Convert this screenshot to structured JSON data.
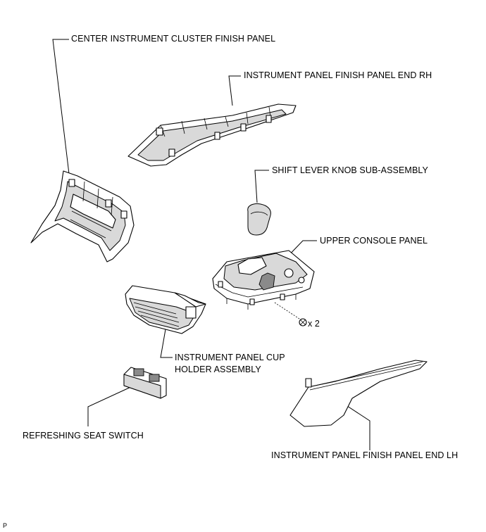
{
  "labels": {
    "center_cluster_panel": "CENTER INSTRUMENT CLUSTER FINISH PANEL",
    "finish_panel_end_rh": "INSTRUMENT PANEL FINISH PANEL END RH",
    "shift_knob": "SHIFT LEVER KNOB SUB-ASSEMBLY",
    "upper_console_panel": "UPPER CONSOLE PANEL",
    "screw_qty": "x 2",
    "cup_holder_line1": "INSTRUMENT PANEL CUP",
    "cup_holder_line2": "HOLDER ASSEMBLY",
    "refreshing_seat_switch": "REFRESHING SEAT SWITCH",
    "finish_panel_end_lh": "INSTRUMENT PANEL FINISH PANEL END LH",
    "corner_mark": "P"
  }
}
